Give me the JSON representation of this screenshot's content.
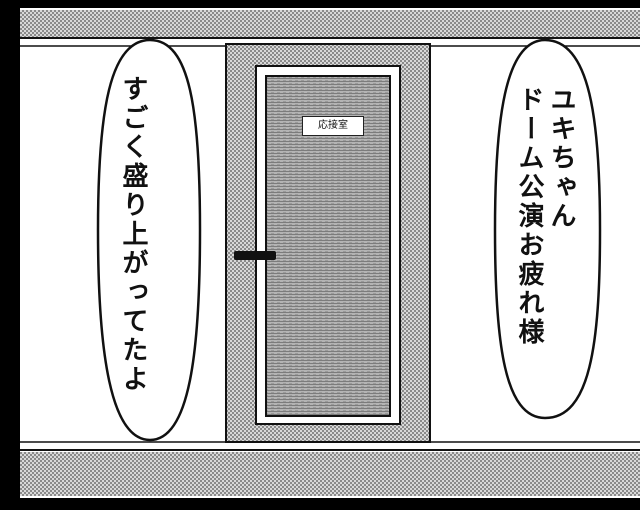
{
  "panel": {
    "door_sign": "応接室",
    "speech_left": "すごく盛り上がってたよ",
    "speech_right_line1": "ユキちゃん",
    "speech_right_line2": "ドーム公演お疲れ様"
  },
  "colors": {
    "ink": "#111111",
    "paper": "#ffffff",
    "screentone": "#9a9a9a"
  }
}
